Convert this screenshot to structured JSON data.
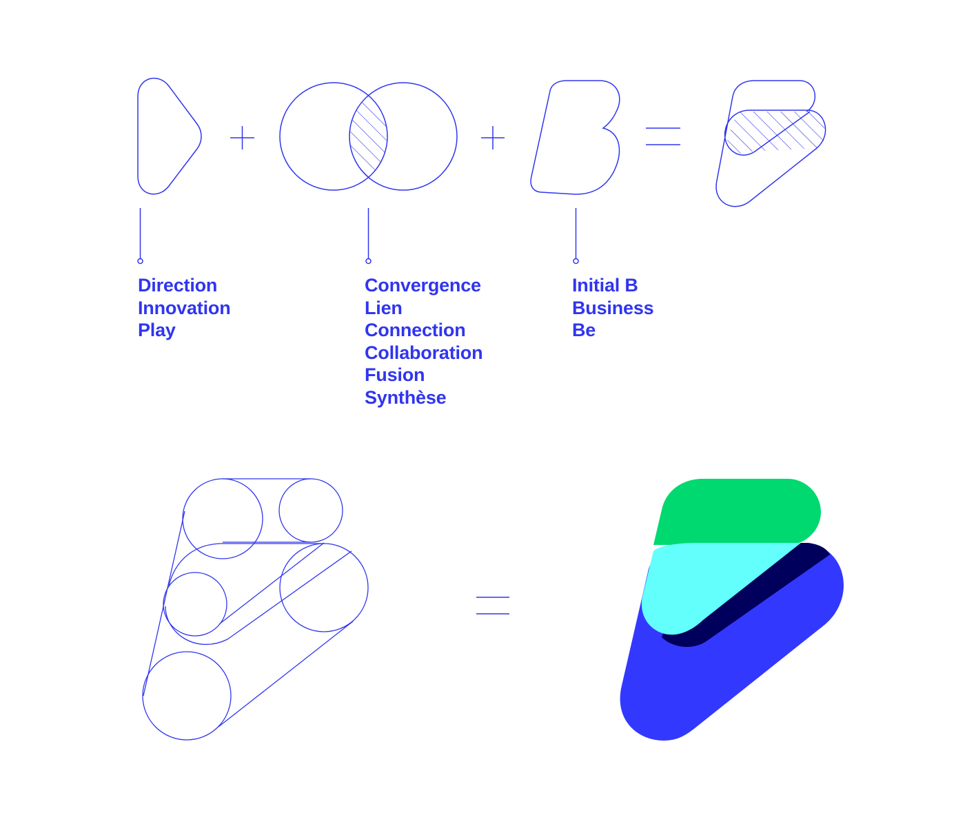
{
  "colors": {
    "line": "#3035ee",
    "text": "#3035ee",
    "green": "#00d96f",
    "cyan": "#62fffd",
    "navy": "#00005c",
    "blue": "#3338ff"
  },
  "labels": {
    "direction": [
      "Direction",
      "Innovation",
      "Play"
    ],
    "convergence": [
      "Convergence",
      "Lien",
      "Connection",
      "Collaboration",
      "Fusion",
      "Synthèse"
    ],
    "initial": [
      "Initial B",
      "Business",
      "Be"
    ]
  }
}
